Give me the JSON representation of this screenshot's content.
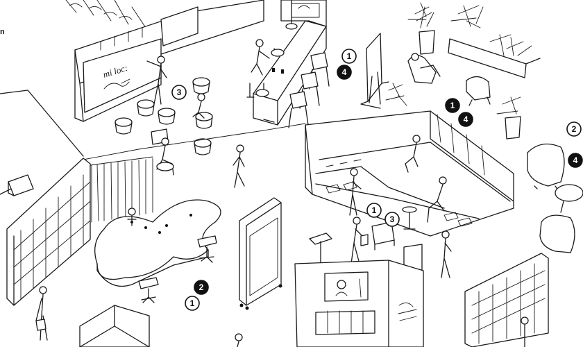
{
  "edge_text": "n",
  "badges": [
    {
      "label": "1",
      "style": "outline"
    },
    {
      "label": "4",
      "style": "filled"
    },
    {
      "label": "3",
      "style": "outline"
    },
    {
      "label": "1",
      "style": "filled"
    },
    {
      "label": "4",
      "style": "filled"
    },
    {
      "label": "2",
      "style": "outline"
    },
    {
      "label": "4",
      "style": "filled"
    },
    {
      "label": "1",
      "style": "outline"
    },
    {
      "label": "3",
      "style": "outline"
    },
    {
      "label": "2",
      "style": "filled"
    },
    {
      "label": "1",
      "style": "outline"
    }
  ],
  "whiteboard_scribble": "mi loc:",
  "colors": {
    "ink": "#1a1a1a",
    "paper": "#ffffff"
  }
}
